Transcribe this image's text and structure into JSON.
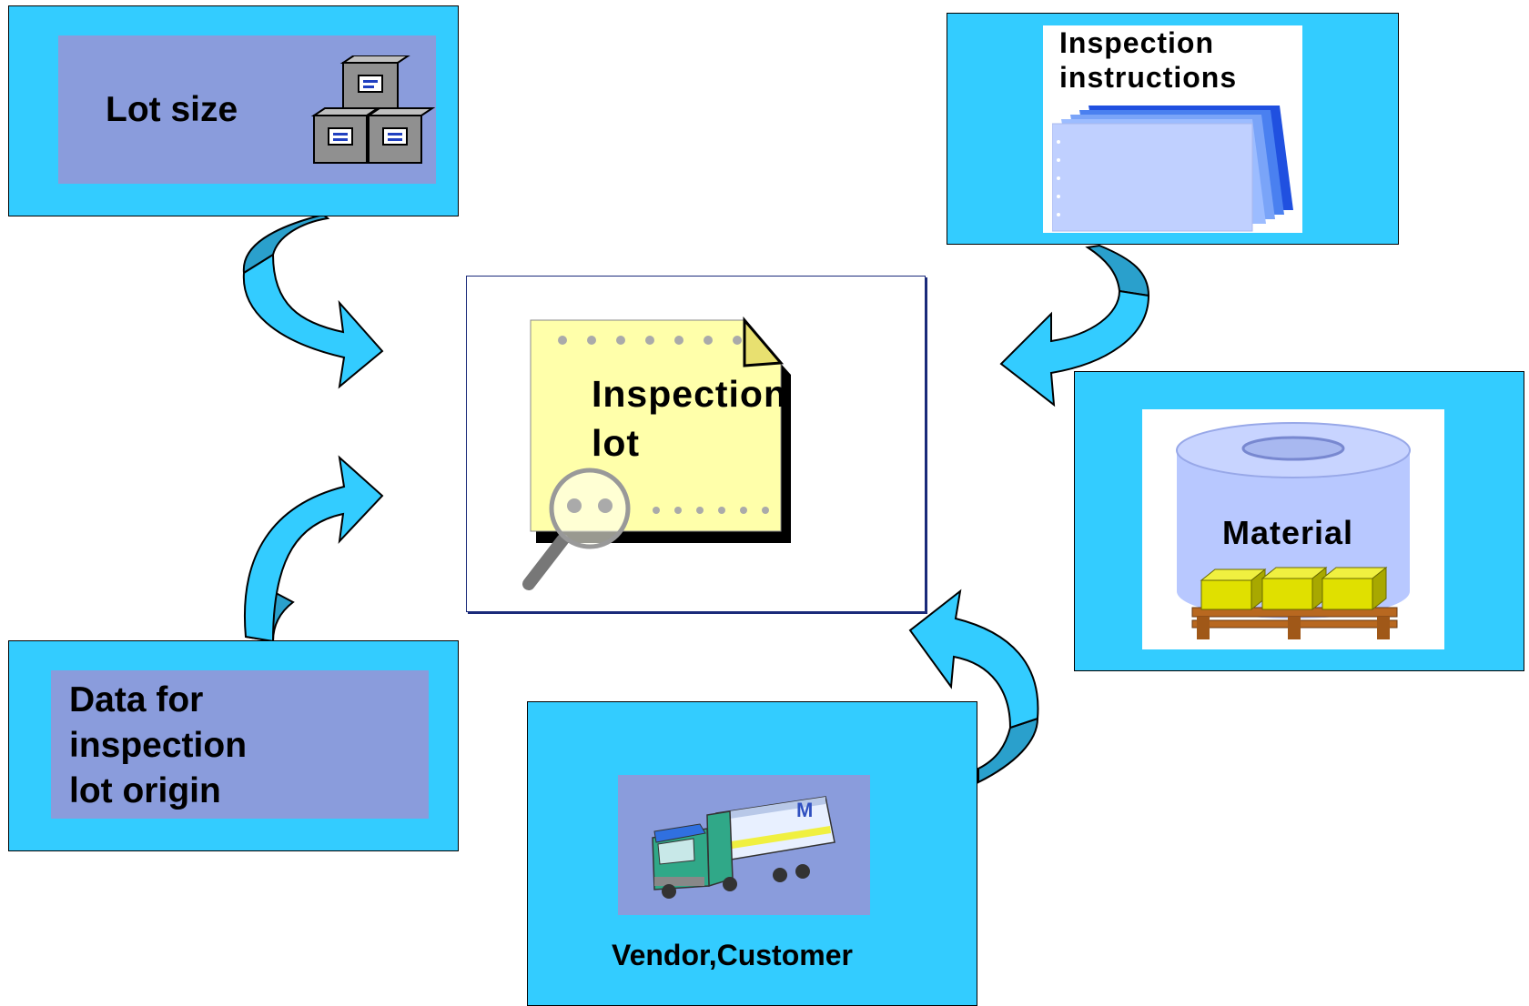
{
  "nodes": {
    "lot_size": {
      "label": "Lot size"
    },
    "inspection_instructions": {
      "label": "Inspection\ninstructions"
    },
    "inspection_lot": {
      "label": "Inspection\nlot"
    },
    "material": {
      "label": "Material"
    },
    "data_origin": {
      "label": "Data for\ninspection\nlot origin"
    },
    "vendor_customer": {
      "label": "Vendor,Customer",
      "truck_mark": "M"
    }
  },
  "colors": {
    "box_fill": "#33ccff",
    "panel_fill": "#8a9cdc",
    "note_fill": "#ffffaa",
    "cylinder_fill": "#b8c8ff",
    "crate_fill": "#e8e800"
  }
}
